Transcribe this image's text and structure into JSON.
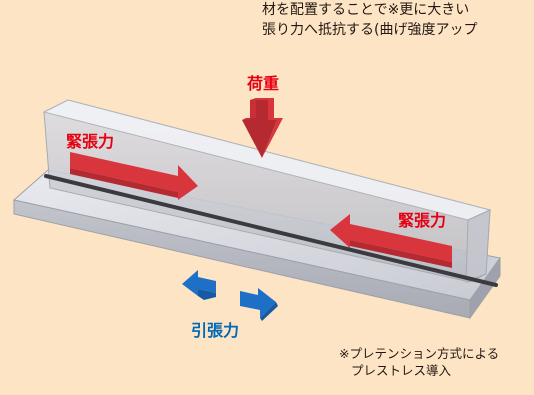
{
  "intro": {
    "line1": "材を配置することで※更に大きい",
    "line2": "張り力へ抵抗する(曲げ強度アップ"
  },
  "labels": {
    "load": "荷重",
    "tension_left": "緊張力",
    "tension_right": "緊張力",
    "tensile": "引張力"
  },
  "note": {
    "line1": "※プレテンション方式による",
    "line2": "プレストレス導入"
  },
  "colors": {
    "background": "#fde4c4",
    "label_red": "#e60012",
    "label_blue": "#0068b7",
    "arrow_red": "#d9353c",
    "arrow_blue": "#1e6fc6"
  }
}
